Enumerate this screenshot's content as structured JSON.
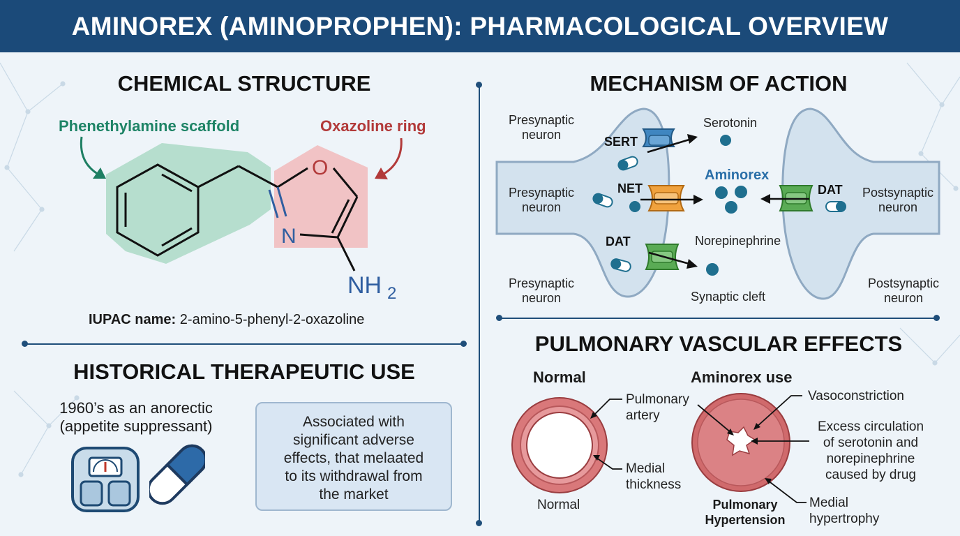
{
  "title": "AMINOREX (AMINOPROPHEN): PHARMACOLOGICAL OVERVIEW",
  "structure": {
    "heading": "CHEMICAL STRUCTURE",
    "phenethyl_label": "Phenethylamine scaffold",
    "oxazoline_label": "Oxazoline ring",
    "atom_o": "O",
    "atom_n": "N",
    "atom_nh": "NH",
    "atom_nh_sub": "2",
    "iupac_label": "IUPAC name:",
    "iupac_value": "2-amino-5-phenyl-2-oxazoline"
  },
  "history": {
    "heading": "HISTORICAL THERAPEUTIC USE",
    "use_line1": "1960’s as an anorectic",
    "use_line2": "(appetite suppressant)",
    "warning_lines": [
      "Associated with",
      "significant adverse",
      "effects, that melaated",
      "to its withdrawal from",
      "the market"
    ]
  },
  "mechanism": {
    "heading": "MECHANISM OF ACTION",
    "pre1": [
      "Presynaptic",
      "neuron"
    ],
    "pre2": [
      "Presynaptic",
      "neuron"
    ],
    "pre3": [
      "Presynaptic",
      "neuron"
    ],
    "post1": [
      "Postsynaptic",
      "neuron"
    ],
    "post2": [
      "Postsynaptic",
      "neuron"
    ],
    "sert": "SERT",
    "net": "NET",
    "dat_left": "DAT",
    "dat_right": "DAT",
    "serotonin": "Serotonin",
    "aminorex": "Aminorex",
    "norepinephrine": "Norepinephrine",
    "cleft": "Synaptic cleft",
    "colors": {
      "sert": "#3f86c0",
      "net": "#f0a23e",
      "dat": "#5aab55",
      "molecule": "#1f6f8f",
      "neuron": "#d3e2ee"
    }
  },
  "pulmonary": {
    "heading": "PULMONARY VASCULAR EFFECTS",
    "normal_title": "Normal",
    "aminorex_title": "Aminorex use",
    "pulm_artery": [
      "Pulmonary",
      "artery"
    ],
    "medial_thickness": [
      "Medial",
      "thickness"
    ],
    "normal_caption": "Normal",
    "vasoconstriction": "Vasoconstriction",
    "excess": [
      "Excess circulation",
      "of serotonin and",
      "norepinephrine",
      "caused by drug"
    ],
    "ph_caption": [
      "Pulmonary",
      "Hypertension"
    ],
    "medial_hypertrophy": [
      "Medial",
      "hypertrophy"
    ]
  }
}
